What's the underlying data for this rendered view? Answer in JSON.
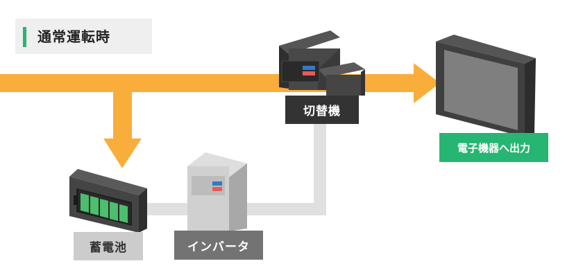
{
  "mode_label": "通常運転時",
  "devices": {
    "switch": "切替機",
    "output": "電子機器へ出力",
    "battery": "蓄電池",
    "inverter": "インバータ"
  },
  "colors": {
    "flow": "#f9ad3a",
    "accent_green": "#27b574",
    "switch_label_bg": "#333333",
    "inverter_label_bg": "#737373",
    "battery_label_bg": "#cccccc",
    "path_gray": "#e0e0e0"
  }
}
